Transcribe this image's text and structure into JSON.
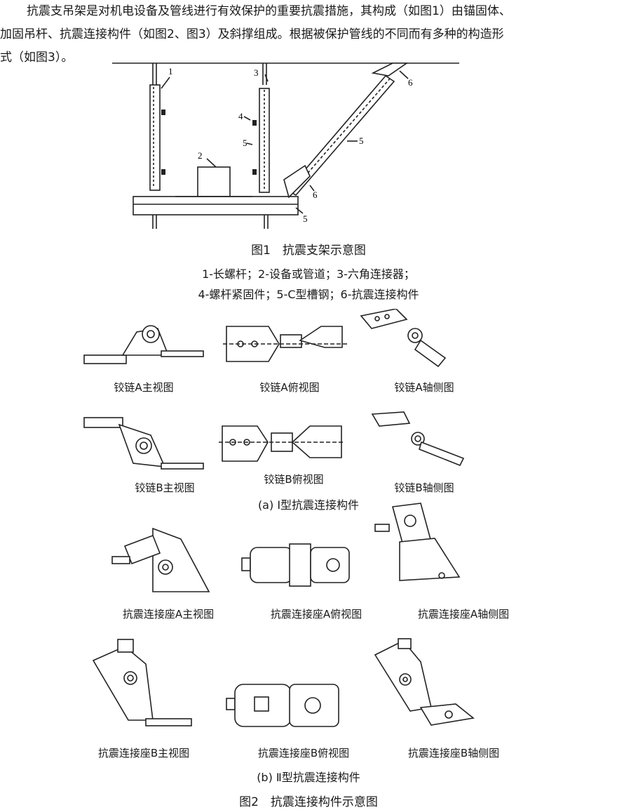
{
  "intro": {
    "line1": "抗震支吊架是对机电设备及管线进行有效保护的重要抗震措施，其构成（如图1）由锚固体、",
    "line2": "加固吊杆、抗震连接构件（如图2、图3）及斜撑组成。根据被保护管线的不同而有多种的构造形",
    "line3": "式（如图3）。"
  },
  "fig1": {
    "caption": "图1　抗震支架示意图",
    "legend_line1": "1-长螺杆；2-设备或管道；3-六角连接器；",
    "legend_line2": "4-螺杆紧固件；5-C型槽钢；6-抗震连接构件",
    "callouts": [
      "1",
      "2",
      "3",
      "4",
      "5",
      "5",
      "5",
      "6",
      "6"
    ]
  },
  "fig2": {
    "row1": [
      "铰链A主视图",
      "铰链A俯视图",
      "铰链A轴侧图"
    ],
    "row2": [
      "铰链B主视图",
      "铰链B俯视图",
      "铰链B轴侧图"
    ],
    "sub_a": "(a)  Ⅰ型抗震连接构件",
    "row3": [
      "抗震连接座A主视图",
      "抗震连接座A俯视图",
      "抗震连接座A轴侧图"
    ],
    "row4": [
      "抗震连接座B主视图",
      "抗震连接座B俯视图",
      "抗震连接座B轴侧图"
    ],
    "sub_b": "(b)  Ⅱ型抗震连接构件",
    "caption": "图2　抗震连接构件示意图"
  }
}
